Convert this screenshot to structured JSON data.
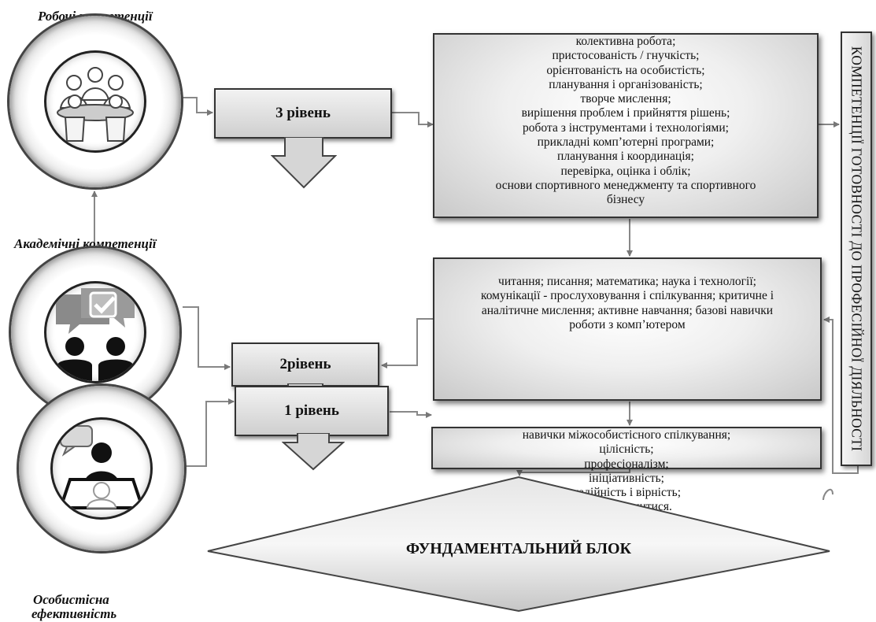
{
  "competencies": {
    "work": {
      "label": "Робочі компетенції",
      "icon": "team-meeting-icon"
    },
    "academic": {
      "label": "Академічні компетенції",
      "icon": "chat-checkmark-icon"
    },
    "personal": {
      "label_line1": "Особистісна",
      "label_line2": "ефективність",
      "icon": "person-speech-icon"
    }
  },
  "levels": {
    "level3": "3 рівень",
    "level2": "2рівень",
    "level1": "1 рівень"
  },
  "boxes": {
    "level3_items": [
      "колективна робота;",
      "пристосованість / гнучкість;",
      "орієнтованість на особистість;",
      "планування і організованість;",
      "творче мислення;",
      "вирішення проблем і прийняття рішень;",
      "робота з інструментами і технологіями;",
      "прикладні комп’ютерні програми;",
      "планування і координація;",
      "перевірка, оцінка і облік;",
      "основи спортивного менеджменту та спортивного",
      "бізнесу"
    ],
    "level2_items": [
      "читання; писання; математика; наука і технології;",
      "комунікації - прослуховування і спілкування; критичне і",
      "аналітичне мислення; активне навчання; базові навички",
      "роботи з комп’ютером"
    ],
    "level1_items": [
      "навички міжособистісного спілкування;",
      "цілісність;",
      "професіоналізм;",
      "ініціативність;",
      "надійність і вірність;",
      "бажання вчитися."
    ]
  },
  "side_label": "КОМПЕТЕНЦІЇ ГОТОВНОСТІ ДО ПРОФЕСІЙНОЇ ДІЯЛЬНОСТІ",
  "foundation": "ФУНДАМЕНТАЛЬНИЙ БЛОК"
}
